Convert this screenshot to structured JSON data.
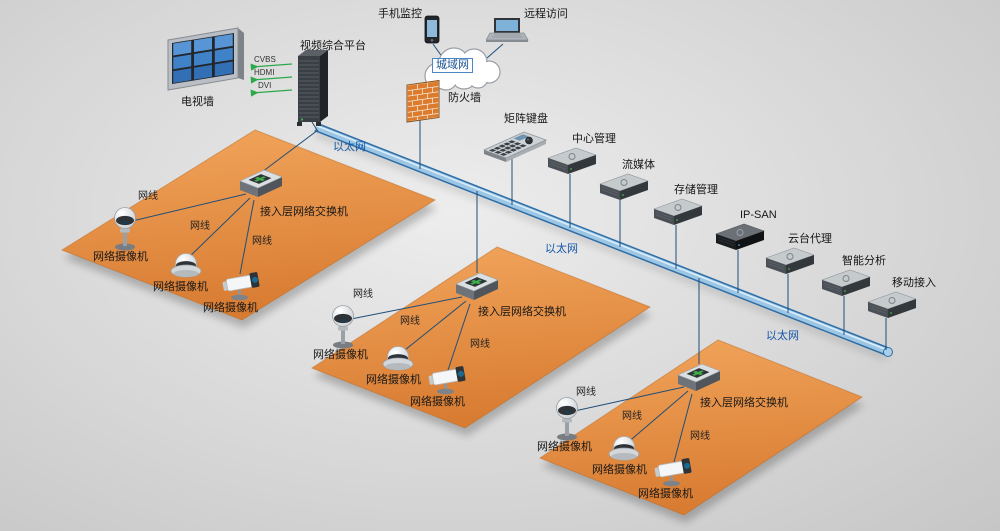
{
  "labels": {
    "ethernet": "以太网",
    "cable": "网线",
    "access_switch": "接入层网络交换机",
    "camera": "网络摄像机"
  },
  "nodes": {
    "tv_wall": "电视墙",
    "platform": "视频综合平台",
    "phone": "手机监控",
    "cloud": "城域网",
    "remote": "远程访问",
    "firewall": "防火墙",
    "keyboard": "矩阵键盘"
  },
  "signals": [
    "CVBS",
    "HDMI",
    "DVI"
  ],
  "devices": [
    {
      "label": "中心管理"
    },
    {
      "label": "流媒体"
    },
    {
      "label": "存储管理"
    },
    {
      "label": "IP-SAN"
    },
    {
      "label": "云台代理"
    },
    {
      "label": "智能分析"
    },
    {
      "label": "移动接入"
    }
  ],
  "colors": {
    "zone_orange": "#e89050",
    "backbone_blue": "#9cc6e4",
    "line_navy": "#1f4e79",
    "label_blue": "#1457a8",
    "arrow_green": "#2da84b",
    "background": "#d9d9d9"
  }
}
